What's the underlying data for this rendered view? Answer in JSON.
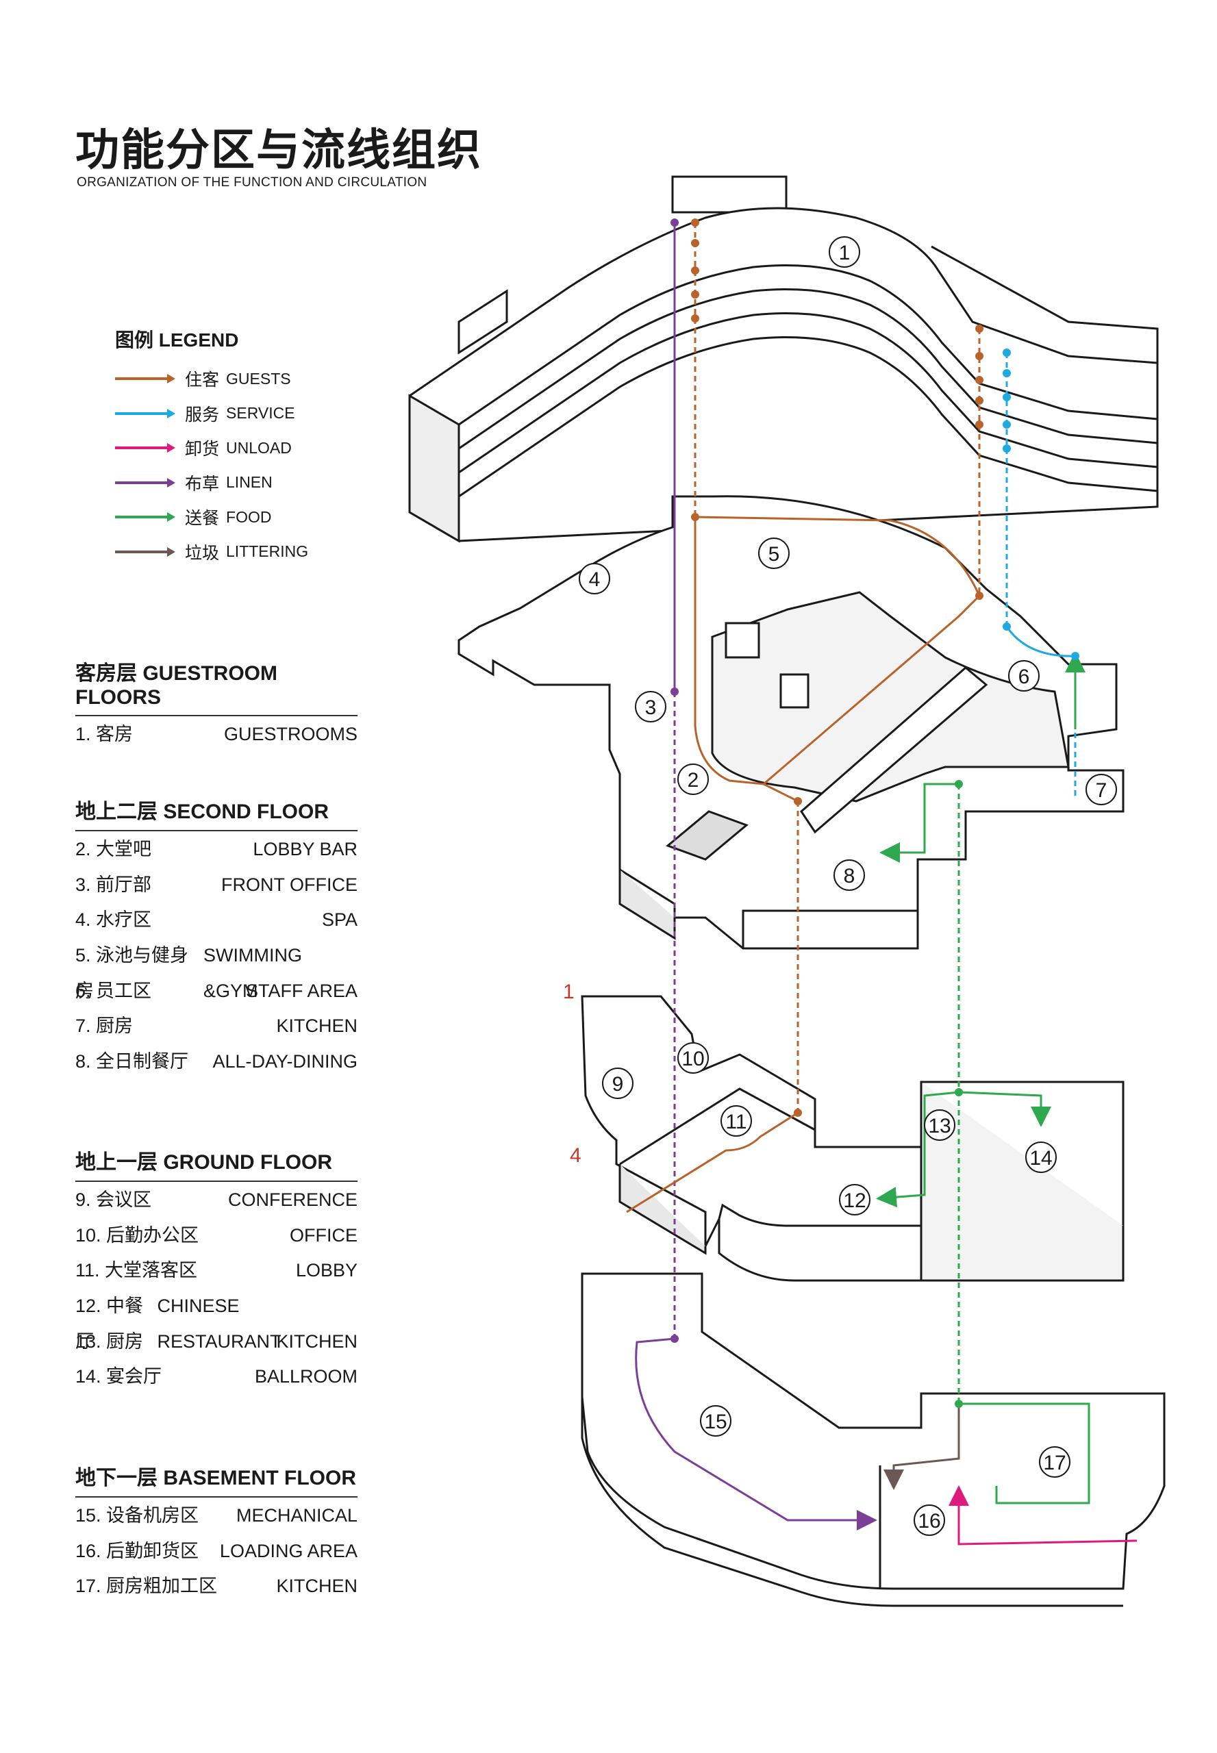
{
  "header": {
    "title_cn": "功能分区与流线组织",
    "title_en": "ORGANIZATION OF THE FUNCTION AND CIRCULATION"
  },
  "legend": {
    "title": "图例  LEGEND",
    "items": [
      {
        "cn": "住客",
        "en": "GUESTS",
        "color": "#b8632a"
      },
      {
        "cn": "服务",
        "en": "SERVICE",
        "color": "#1ea9e1"
      },
      {
        "cn": "卸货",
        "en": "UNLOAD",
        "color": "#e0197d"
      },
      {
        "cn": "布草",
        "en": "LINEN",
        "color": "#7b3f98"
      },
      {
        "cn": "送餐",
        "en": "FOOD",
        "color": "#2fa84f"
      },
      {
        "cn": "垃圾",
        "en": "LITTERING",
        "color": "#6b5753"
      }
    ]
  },
  "sections": [
    {
      "title": "客房层  GUESTROOM FLOORS",
      "rows": [
        {
          "cn": "1. 客房",
          "en": "GUESTROOMS"
        }
      ]
    },
    {
      "title": "地上二层  SECOND FLOOR",
      "rows": [
        {
          "cn": "2. 大堂吧",
          "en": "LOBBY BAR"
        },
        {
          "cn": "3. 前厅部",
          "en": "FRONT OFFICE"
        },
        {
          "cn": "4. 水疗区",
          "en": "SPA"
        },
        {
          "cn": "5. 泳池与健身房",
          "en": "SWIMMING &GYM"
        },
        {
          "cn": "6. 员工区",
          "en": "STAFF AREA"
        },
        {
          "cn": "7. 厨房",
          "en": "KITCHEN"
        },
        {
          "cn": "8. 全日制餐厅",
          "en": "ALL-DAY-DINING"
        }
      ]
    },
    {
      "title": "地上一层  GROUND FLOOR",
      "rows": [
        {
          "cn": "9. 会议区",
          "en": "CONFERENCE"
        },
        {
          "cn": "10. 后勤办公区",
          "en": "OFFICE"
        },
        {
          "cn": "11. 大堂落客区",
          "en": "LOBBY"
        },
        {
          "cn": "12. 中餐厅",
          "en": "CHINESE RESTAURANT"
        },
        {
          "cn": "13. 厨房",
          "en": "KITCHEN"
        },
        {
          "cn": "14. 宴会厅",
          "en": "BALLROOM"
        }
      ]
    },
    {
      "title": "地下一层  BASEMENT FLOOR",
      "rows": [
        {
          "cn": "15. 设备机房区",
          "en": "MECHANICAL"
        },
        {
          "cn": "16. 后勤卸货区",
          "en": "LOADING AREA"
        },
        {
          "cn": "17. 厨房粗加工区",
          "en": "KITCHEN"
        }
      ]
    }
  ],
  "zone_numbers": [
    "1",
    "2",
    "3",
    "4",
    "5",
    "6",
    "7",
    "8",
    "9",
    "10",
    "11",
    "12",
    "13",
    "14",
    "15",
    "16",
    "17"
  ],
  "side_marks": [
    "1",
    "4"
  ],
  "side_mark_color": "#c0392b"
}
